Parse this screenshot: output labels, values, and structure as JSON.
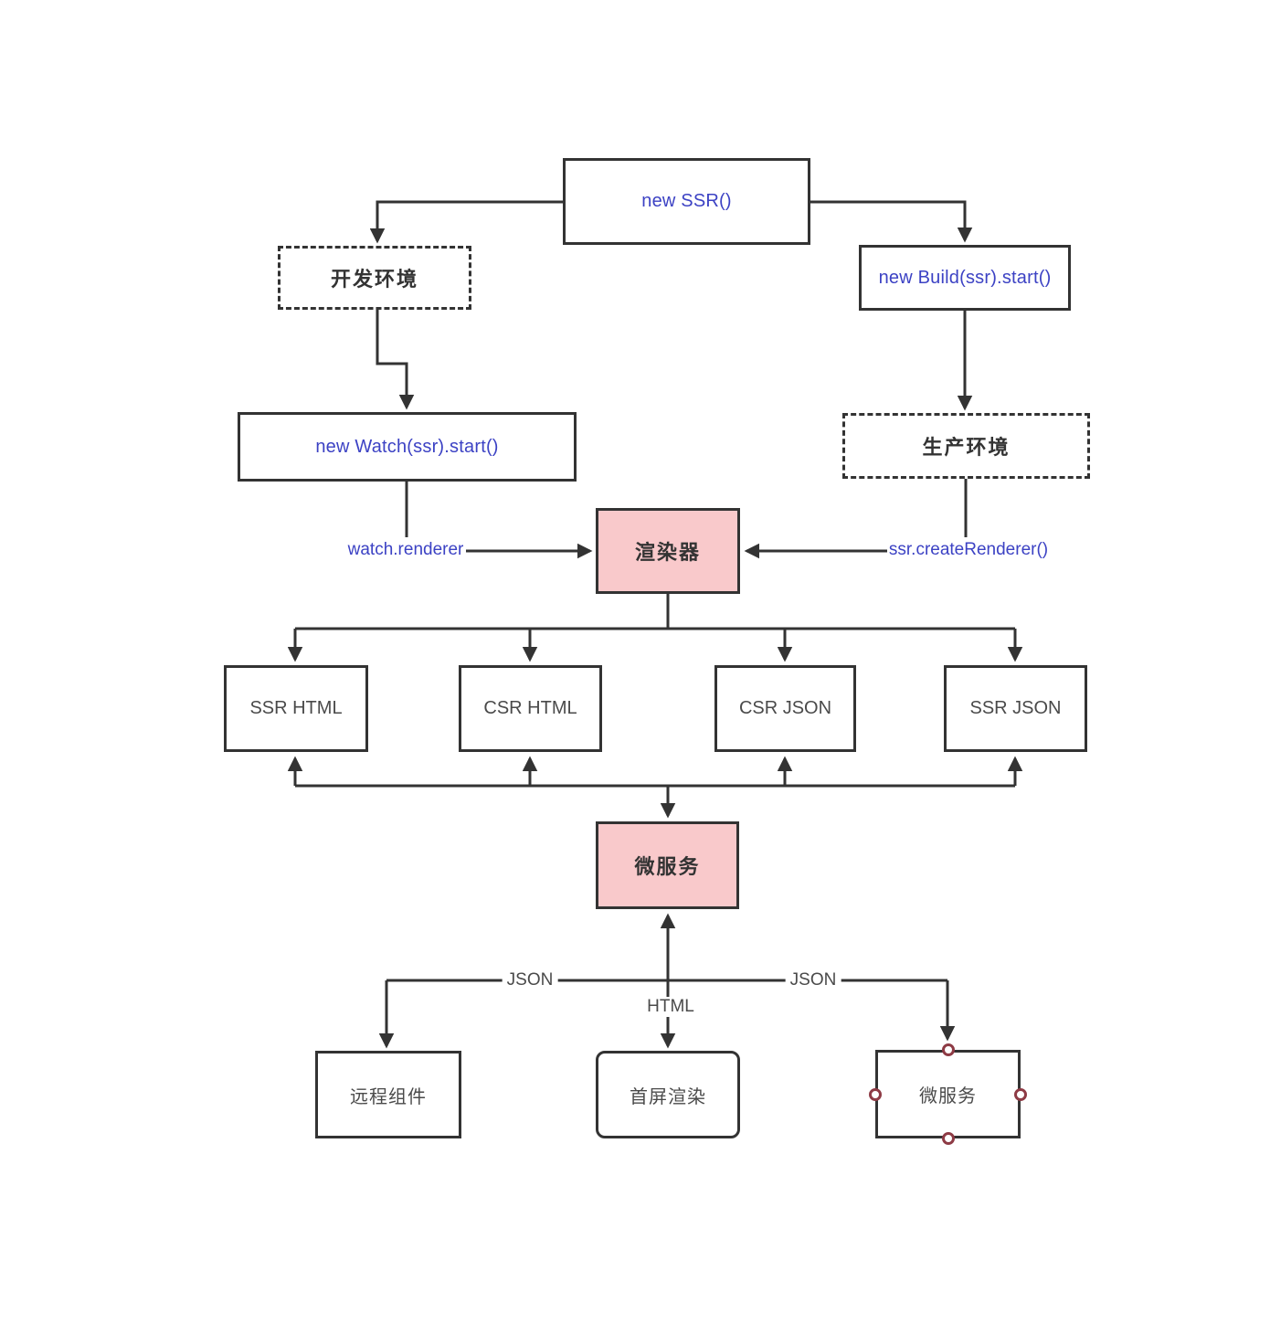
{
  "nodes": {
    "new_ssr": {
      "label": "new SSR()"
    },
    "dev_env": {
      "label": "开发环境"
    },
    "build_start": {
      "label": "new Build(ssr).start()"
    },
    "watch_start": {
      "label": "new Watch(ssr).start()"
    },
    "prod_env": {
      "label": "生产环境"
    },
    "renderer": {
      "label": "渲染器"
    },
    "ssr_html": {
      "label": "SSR HTML"
    },
    "csr_html": {
      "label": "CSR HTML"
    },
    "csr_json": {
      "label": "CSR JSON"
    },
    "ssr_json": {
      "label": "SSR JSON"
    },
    "microservice_hub": {
      "label": "微服务"
    },
    "remote_component": {
      "label": "远程组件"
    },
    "first_screen_render": {
      "label": "首屏渲染"
    },
    "microservice_node": {
      "label": "微服务"
    }
  },
  "edge_labels": {
    "watch_renderer": "watch.renderer",
    "ssr_create_renderer": "ssr.createRenderer()",
    "json_left": "JSON",
    "html_center": "HTML",
    "json_right": "JSON"
  },
  "colors": {
    "accent_blue": "#3c42c4",
    "node_pink": "#f9c9cb",
    "line_dark": "#333333",
    "text_gray": "#4a4a4a",
    "port_maroon": "#8e3b45"
  }
}
